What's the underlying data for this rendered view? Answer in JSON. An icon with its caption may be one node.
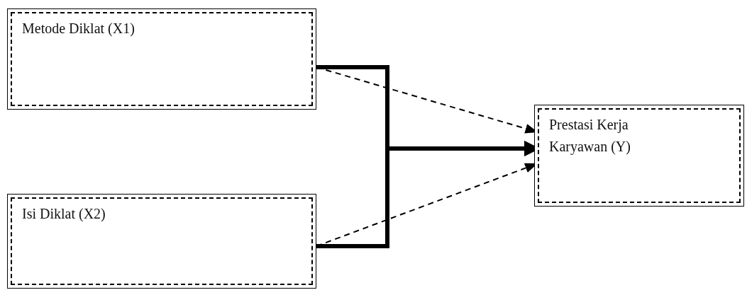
{
  "diagram": {
    "nodes": [
      {
        "text": [
          "Metode Diklat (X1)"
        ]
      },
      {
        "text": [
          "Isi Diklat (X2)"
        ]
      },
      {
        "text": [
          "Prestasi Kerja Karyawan (Y)"
        ]
      }
    ],
    "edges": [
      {
        "from": 0,
        "to": 2,
        "arrow": "to",
        "style": "dashed"
      },
      {
        "from": 0,
        "to": 2,
        "arrow": "to",
        "style": "thick"
      },
      {
        "from": 1,
        "to": 2,
        "arrow": "to",
        "style": "thick"
      },
      {
        "from": 1,
        "to": 2,
        "arrow": "to",
        "style": "dashed"
      }
    ]
  }
}
